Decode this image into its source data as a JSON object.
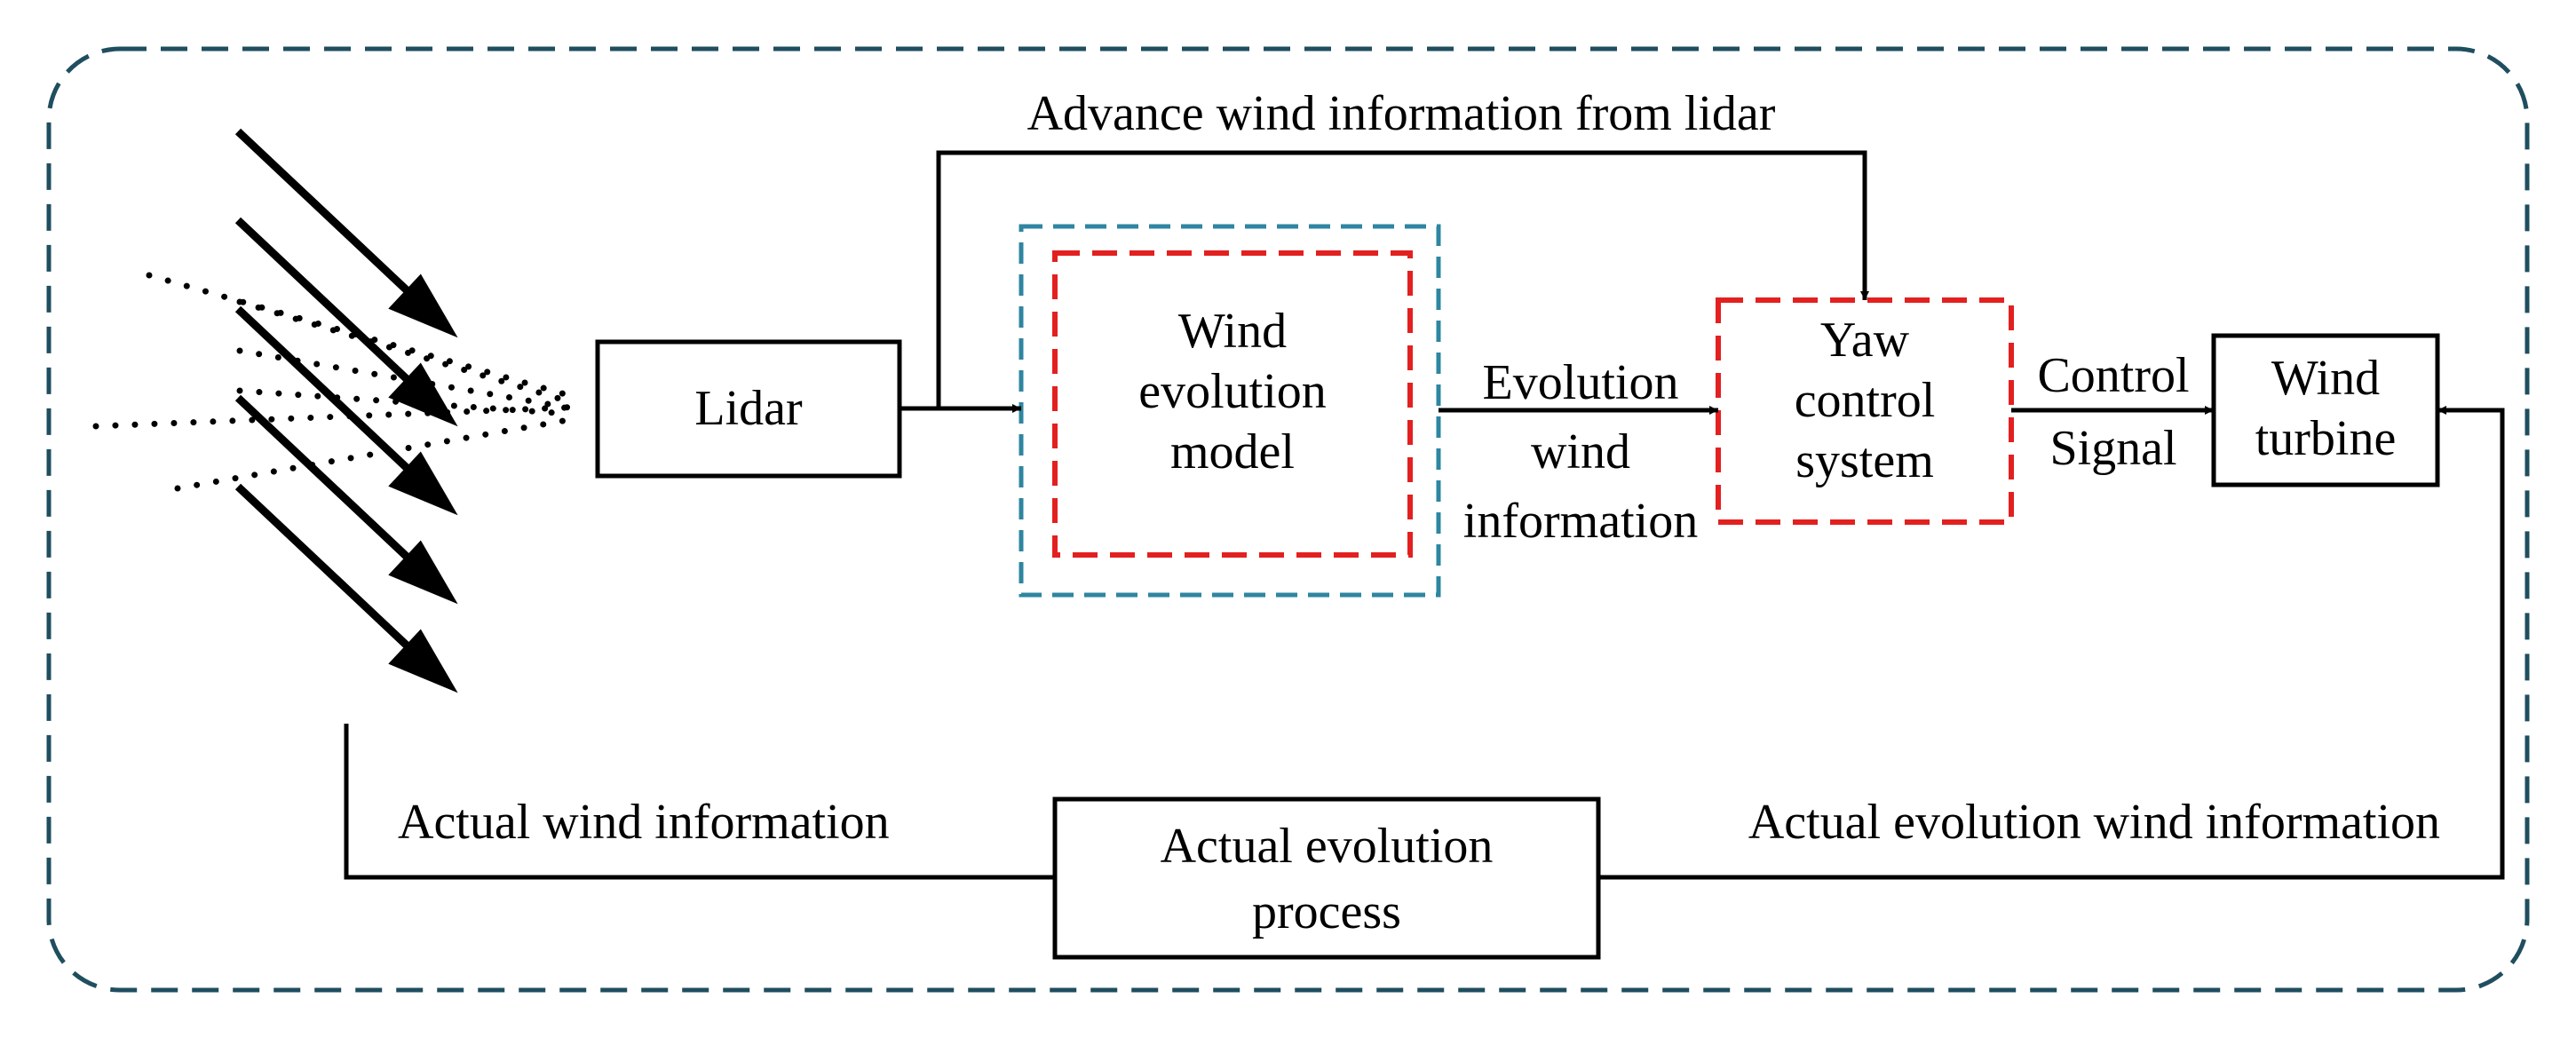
{
  "labels": {
    "lidar": "Lidar",
    "wind_evolution_model": [
      "Wind",
      "evolution",
      "model"
    ],
    "yaw_control_system": [
      "Yaw",
      "control",
      "system"
    ],
    "wind_turbine": [
      "Wind",
      "turbine"
    ],
    "actual_evolution_process": [
      "Actual evolution",
      "process"
    ],
    "advance_wind_info": "Advance wind information from lidar",
    "evolution_wind_info": [
      "Evolution",
      "wind",
      "information"
    ],
    "control_signal": [
      "Control",
      "Signal"
    ],
    "actual_wind_info": "Actual wind information",
    "actual_evolution_wind_info": "Actual evolution wind information"
  },
  "colors": {
    "outer_dashed_border": "#1f4e5f",
    "teal_dashed_box": "#2e86a0",
    "red_dashed_box": "#e32020",
    "line": "#000000"
  },
  "icons": {
    "wind_arrows": "wind-arrows-icon",
    "lidar_beams": "lidar-beam-dots"
  }
}
